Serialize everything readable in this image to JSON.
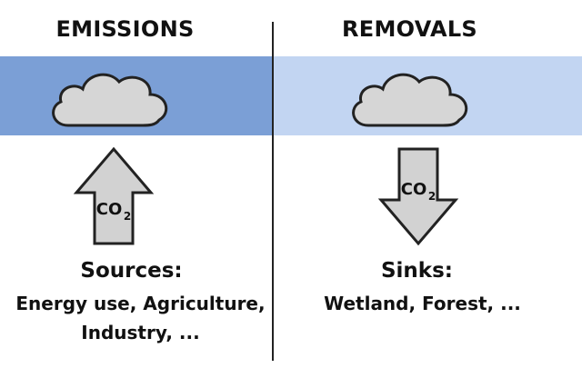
{
  "emissions": {
    "heading": "EMISSIONS",
    "band_color": "#7b9fd6",
    "arrow_label_main": "CO",
    "arrow_label_sub": "2",
    "title": "Sources:",
    "detail_lines": [
      "Energy use, Agriculture,",
      "Industry, ..."
    ]
  },
  "removals": {
    "heading": "REMOVALS",
    "band_color": "#c2d5f2",
    "arrow_label_main": "CO",
    "arrow_label_sub": "2",
    "title": "Sinks:",
    "detail_lines": [
      "Wetland, Forest, ..."
    ]
  },
  "cloud_color": "#d6d6d6",
  "arrow_fill": "#d2d2d2"
}
